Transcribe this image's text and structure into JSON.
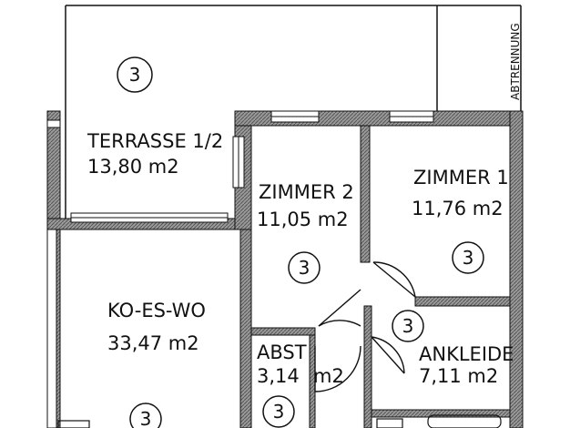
{
  "rooms": [
    {
      "name": "TERRASSE 1/2",
      "area": "13,80 m2",
      "badge": "3"
    },
    {
      "name": "ZIMMER 2",
      "area": "11,05 m2",
      "badge": "3"
    },
    {
      "name": "ZIMMER 1",
      "area": "11,76 m2",
      "badge": "3"
    },
    {
      "name": "KO-ES-WO",
      "area": "33,47 m2",
      "badge": "3"
    },
    {
      "name": "ABST",
      "area": "3,14",
      "badge": "3"
    },
    {
      "name": "ANKLEIDE",
      "area": "7,11 m2",
      "badge": "3"
    }
  ],
  "labels": {
    "abtrennung": "ABTRENNUNG",
    "abst_unit": "m2",
    "bottom_badge": "3"
  }
}
